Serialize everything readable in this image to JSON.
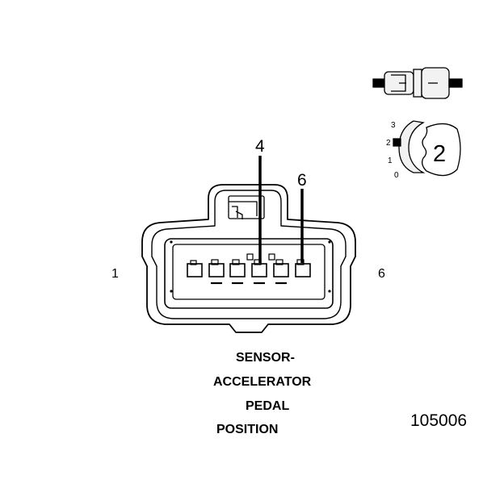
{
  "diagram": {
    "pin_left": "1",
    "pin_right": "6",
    "callout_a": "4",
    "callout_b": "6",
    "title_lines": [
      "SENSOR-",
      "ACCELERATOR",
      "PEDAL",
      "POSITION"
    ],
    "part_number": "105006",
    "inset_scale": [
      "3",
      "2",
      "1",
      "0"
    ],
    "inset_badge": "2"
  },
  "colors": {
    "stroke": "#000000",
    "background": "#ffffff",
    "inset_fill": "#f2f2f2"
  }
}
